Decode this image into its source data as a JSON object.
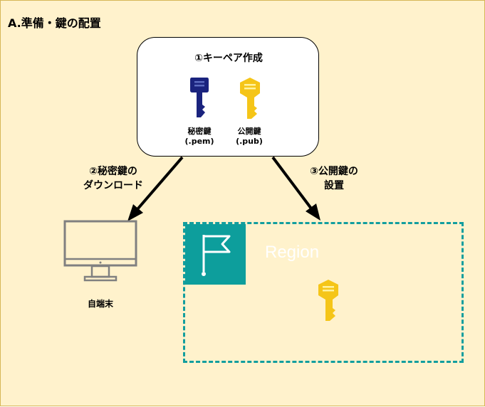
{
  "title": "A.準備・鍵の配置",
  "keypair": {
    "title": "①キーペア作成",
    "private_key": {
      "name": "秘密鍵",
      "ext": "(.pem)",
      "color": "#1a237e"
    },
    "public_key": {
      "name": "公開鍵",
      "ext": "(.pub)",
      "color": "#f5c518"
    }
  },
  "edges": {
    "download": {
      "line1": "②秘密鍵の",
      "line2": "ダウンロード"
    },
    "deploy": {
      "line1": "③公開鍵の",
      "line2": "設置"
    }
  },
  "client": {
    "label": "自端末"
  },
  "region": {
    "label": "Region",
    "color": "#129e9e"
  }
}
